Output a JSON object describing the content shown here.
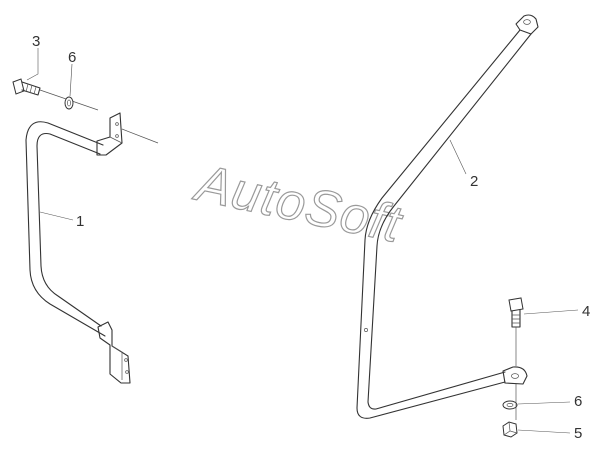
{
  "watermark": "AutoSoft",
  "callouts": {
    "c3": "3",
    "c6_top": "6",
    "c1": "1",
    "c2": "2",
    "c4": "4",
    "c6_bottom": "6",
    "c5": "5"
  },
  "colors": {
    "line": "#333333",
    "watermark": "#9a9a9a",
    "background": "#ffffff"
  }
}
